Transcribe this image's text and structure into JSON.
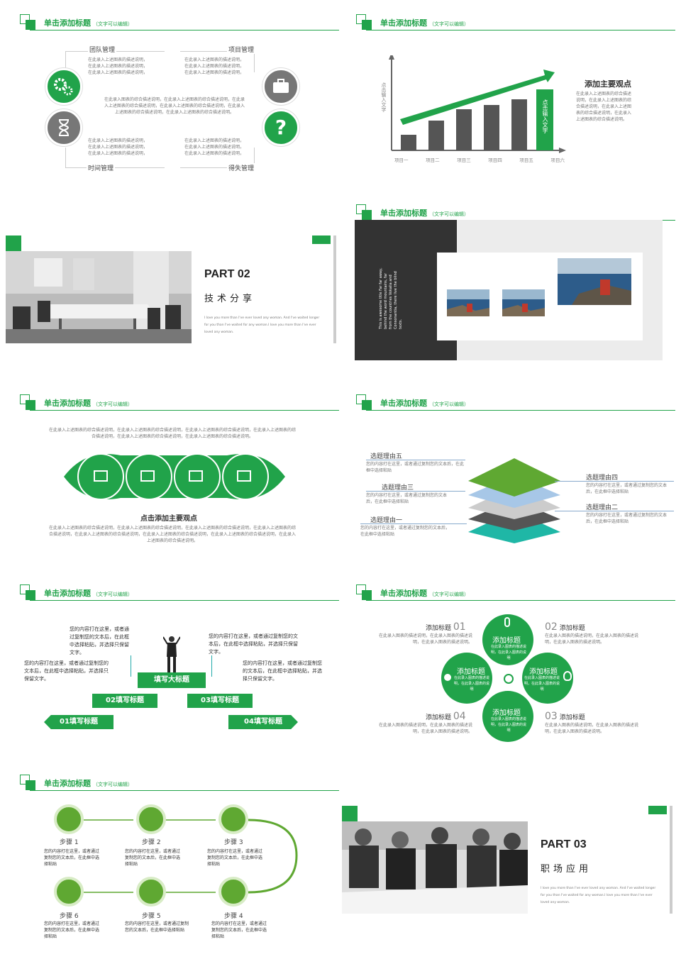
{
  "header_title": "单击添加标题",
  "header_sub": "（文字可以编辑）",
  "s1": {
    "team": "团队管理",
    "project": "项目管理",
    "time": "时间管理",
    "loss": "得失管理",
    "desc": "在此录入上述图表的描述说明，",
    "center": "在此录入图表的综合描述说明，在此录入上述图表的综合描述说明，在此录入上述图表的综合描述说明，在此录入上述图表的综合描述说明，在此录入上述图表的综合描述说明，在此录入上述图表的综合描述说明。"
  },
  "s2": {
    "ylabel": "点击输入文字",
    "bar_label": "点击输入文字",
    "title": "添加主要观点",
    "desc": "在此录入上述图表的综合描述说明，在此录入上述图表的综合描述说明，在此录入上述图表的综合描述说明，在此录入上述图表的综合描述说明。",
    "categories": [
      "项目一",
      "项目二",
      "项目三",
      "项目四",
      "项目五",
      "项目六"
    ]
  },
  "s3": {
    "part": "PART 02",
    "title": "技术分享",
    "desc": "I love you more than I've ever loved any woman. And I've waited longer for you than I've waited for any woman.I love you more than I've ever loved any woman."
  },
  "s4": {
    "vertical": "This is awesome title Far far away, behind the word mountains, far from the countries Vokalia and Consonantia, there live the blind texts."
  },
  "s5": {
    "intro": "在此录入上述图表的综合描述说明，在此录入上述图表的综合描述说明，在此录入上述图表的综合描述说明，在此录入上述图表的综合描述说明，在此录入上述图表的综合描述说明，在此录入上述图表的综合描述说明。",
    "main": "点击添加主要观点",
    "desc": "在此录入上述图表的综合描述说明，在此录入上述图表的综合描述说明，在此录入上述图表的综合描述说明，在此录入上述图表的综合描述说明，在此录入上述图表的综合描述说明，在此录入上述图表的综合描述说明，在此录入上述图表的综合描述说明，在此录入上述图表的综合描述说明。"
  },
  "s6": {
    "r5": "选题理由五",
    "r3": "选题理由三",
    "r1": "选题理由一",
    "r4": "选题理由四",
    "r2": "选题理由二",
    "desc": "您的内容打在这里，或者通过复制您的文本后，在此框中选择粘贴"
  },
  "s7": {
    "big": "填写大标题",
    "l1": "01填写标题",
    "l2": "02填写标题",
    "l3": "03填写标题",
    "l4": "04填写标题",
    "t1": "您的内容打在这里，或者通过复制您的文本后，在此框中选择粘贴，并选择只保留文字。",
    "t2": "您的内容打在这里，或者通过复制您的文本后，在此框中选择粘贴，并选择只保留文字。",
    "t3": "您的内容打在这里，或者通过复制您的文本后，在此框中选择粘贴，并选择只保留文字。",
    "t4": "您的内容打在这里，或者通过复制您的文本后，在此框中选择粘贴，并选择只保留文字。"
  },
  "s8": {
    "add": "添加标题",
    "n1": "01",
    "n2": "02",
    "n3": "03",
    "n4": "04",
    "desc": "在此录入图表的描述说明，在此录入图表的描述说明，在此录入图表的描述说明。",
    "petal": "在此录入图表的描述说明，在此录入图表的说明"
  },
  "s9": {
    "steps": [
      "步骤 1",
      "步骤 2",
      "步骤 3",
      "步骤 6",
      "步骤 5",
      "步骤 4"
    ],
    "desc": "您的内容打在这里，或者通过复制您的文本后，在此框中选择粘贴"
  },
  "s10": {
    "part": "PART 03",
    "title": "职场应用",
    "desc": "I love you more than I've ever loved any woman. And I've waited longer for you than I've waited for any woman.I love you more than I've ever loved any woman."
  },
  "colors": {
    "accent": "#21a34a",
    "dark": "#333333",
    "gray": "#666666"
  }
}
